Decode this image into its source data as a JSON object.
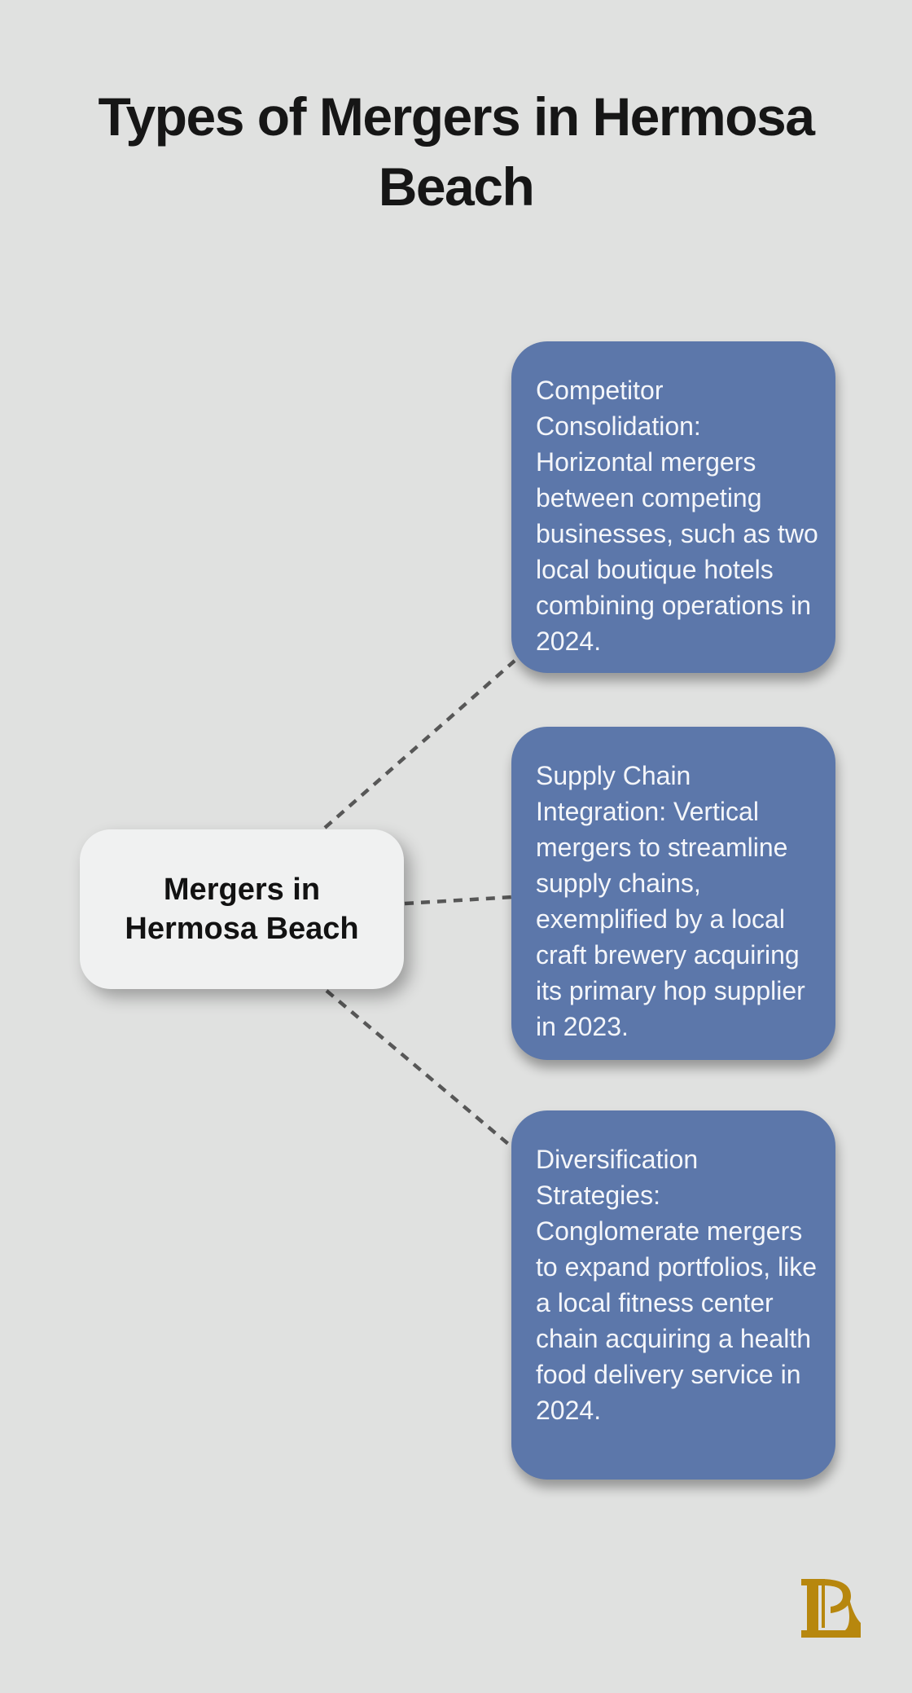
{
  "page": {
    "title": "Types of Mergers in Hermosa Beach",
    "title_lines": {
      "line1": "Types of Mergers in Hermosa",
      "line2": "Beach"
    }
  },
  "diagram": {
    "type": "mind-map",
    "root_node": {
      "label": "Mergers in Hermosa Beach",
      "label_lines": {
        "line1": "Mergers in",
        "line2": "Hermosa Beach"
      }
    },
    "branches": [
      {
        "id": "competitor-consolidation",
        "text": "Competitor Consolidation: Horizontal mergers between competing businesses, such as two local boutique hotels combining operations in 2024."
      },
      {
        "id": "supply-chain-integration",
        "text": "Supply Chain Integration: Vertical mergers to streamline supply chains, exemplified by a local craft brewery acquiring its primary hop supplier in 2023."
      },
      {
        "id": "diversification-strategies",
        "text": "Diversification Strategies: Conglomerate mergers to expand portfolios, like a local fitness center chain acquiring a health food delivery service in 2024."
      }
    ],
    "connector_style": "dashed"
  },
  "branding": {
    "logo_name": "LP monogram"
  },
  "colors": {
    "background": "#e0e1e0",
    "card_blue": "#5c77aa",
    "root_node_bg": "#f0f1f1",
    "title_text": "#161616",
    "card_text": "#f4f6fa",
    "connector_gray": "#575757",
    "logo_gold": "#b7870e"
  }
}
